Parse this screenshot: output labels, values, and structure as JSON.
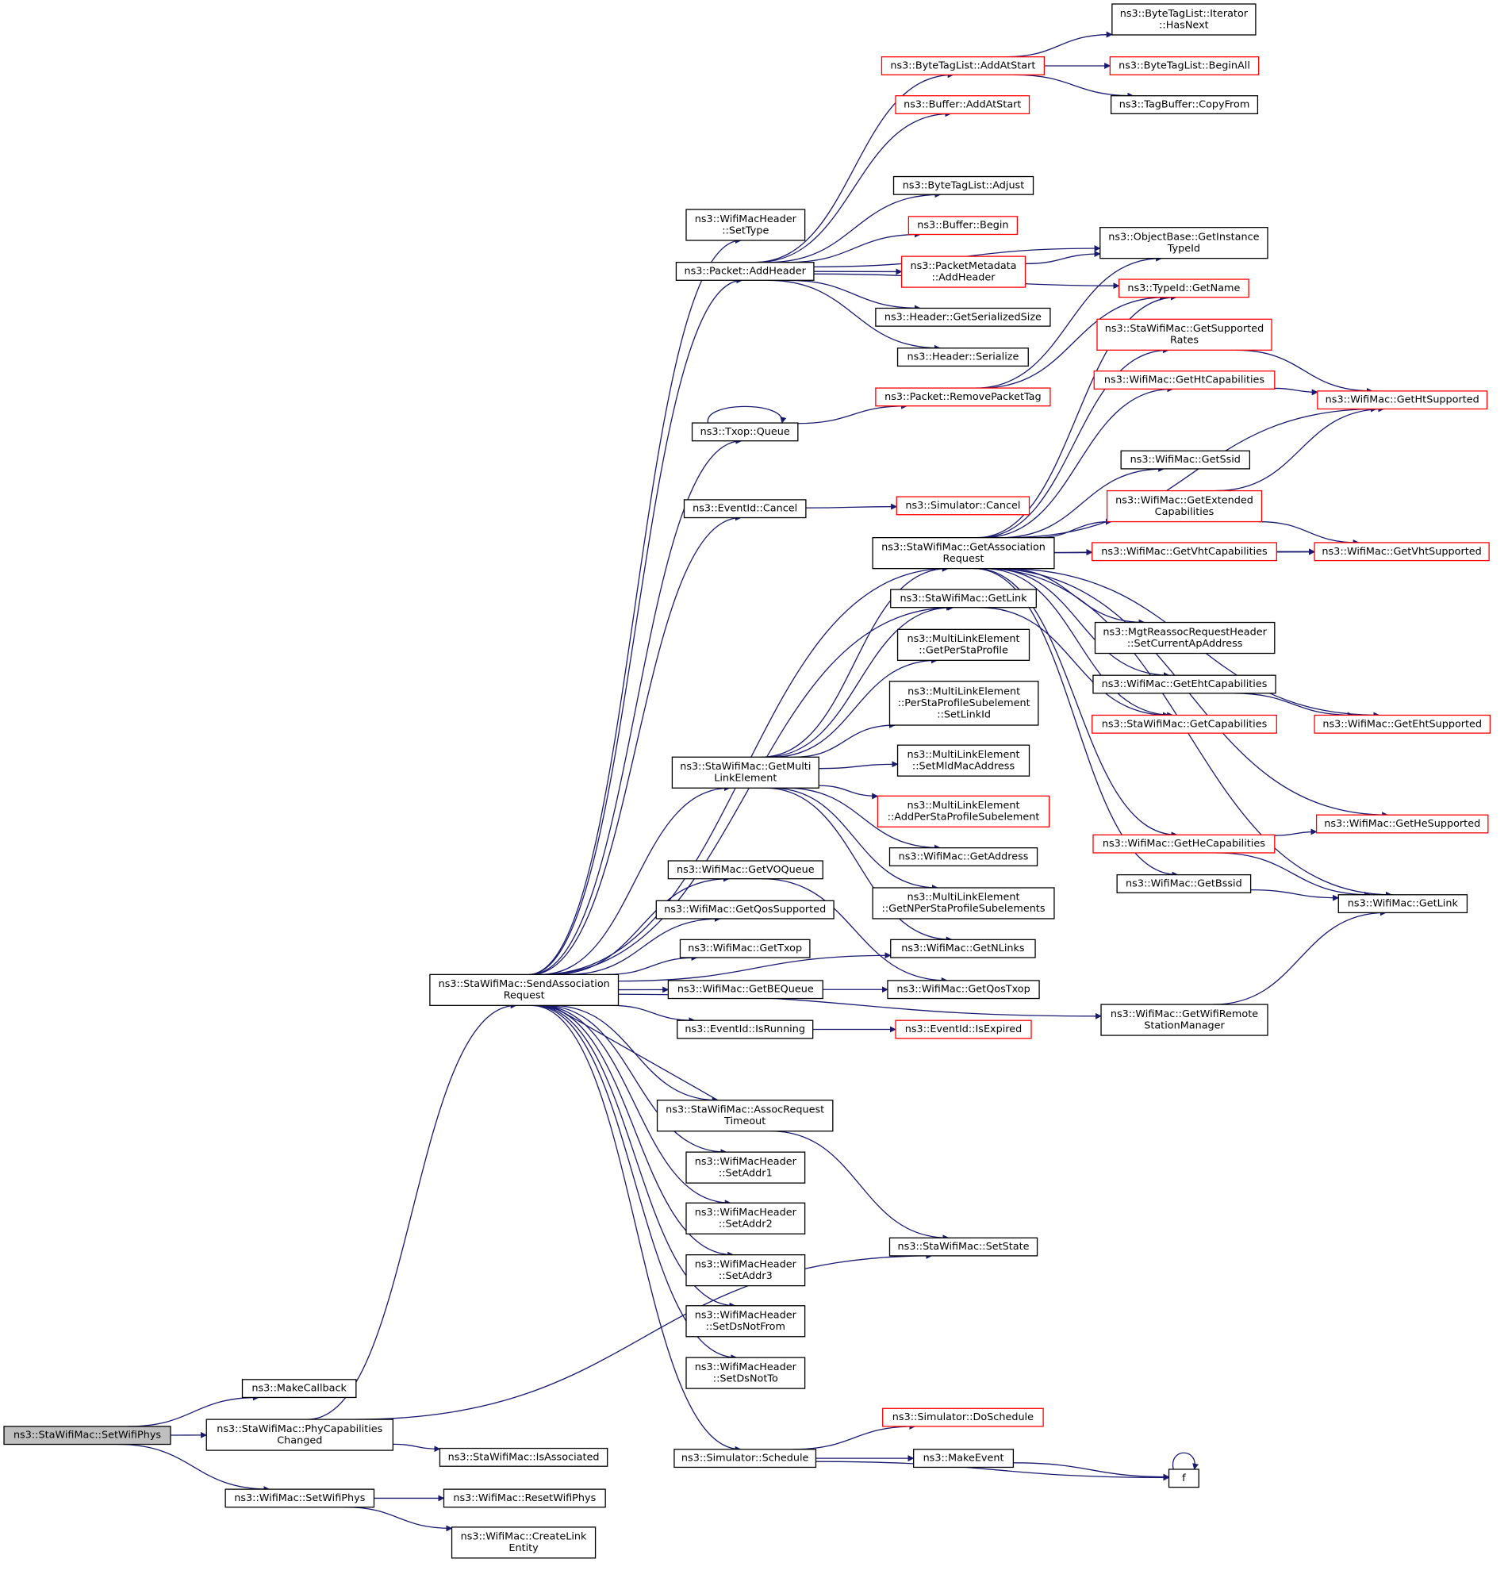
{
  "diagram": {
    "type": "call-graph",
    "root": "ns3::StaWifiMac::SetWifiPhys",
    "colors": {
      "edge": "#191970",
      "root_fill": "#bfbfbf",
      "external_border": "#ff0000",
      "node_border": "#000000"
    },
    "nodes": [
      {
        "id": "SetWifiPhys",
        "lines": [
          "ns3::StaWifiMac::SetWifiPhys"
        ],
        "kind": "root"
      },
      {
        "id": "MakeCallback",
        "lines": [
          "ns3::MakeCallback"
        ]
      },
      {
        "id": "PhyCapChanged",
        "lines": [
          "ns3::StaWifiMac::PhyCapabilities",
          "Changed"
        ]
      },
      {
        "id": "IsAssociated",
        "lines": [
          "ns3::StaWifiMac::IsAssociated"
        ]
      },
      {
        "id": "MacSetWifiPhys",
        "lines": [
          "ns3::WifiMac::SetWifiPhys"
        ]
      },
      {
        "id": "ResetWifiPhys",
        "lines": [
          "ns3::WifiMac::ResetWifiPhys"
        ]
      },
      {
        "id": "CreateLinkEntity",
        "lines": [
          "ns3::WifiMac::CreateLink",
          "Entity"
        ]
      },
      {
        "id": "SendAssoc",
        "lines": [
          "ns3::StaWifiMac::SendAssociation",
          "Request"
        ]
      },
      {
        "id": "SetType",
        "lines": [
          "ns3::WifiMacHeader",
          "::SetType"
        ]
      },
      {
        "id": "AddHeader",
        "lines": [
          "ns3::Packet::AddHeader"
        ]
      },
      {
        "id": "TxopQueue",
        "lines": [
          "ns3::Txop::Queue"
        ]
      },
      {
        "id": "EventCancel",
        "lines": [
          "ns3::EventId::Cancel"
        ]
      },
      {
        "id": "GetMultiLink",
        "lines": [
          "ns3::StaWifiMac::GetMulti",
          "LinkElement"
        ]
      },
      {
        "id": "GetVOQueue",
        "lines": [
          "ns3::WifiMac::GetVOQueue"
        ]
      },
      {
        "id": "GetQosSupported",
        "lines": [
          "ns3::WifiMac::GetQosSupported"
        ]
      },
      {
        "id": "GetTxop",
        "lines": [
          "ns3::WifiMac::GetTxop"
        ]
      },
      {
        "id": "GetBEQueue",
        "lines": [
          "ns3::WifiMac::GetBEQueue"
        ]
      },
      {
        "id": "IsRunning",
        "lines": [
          "ns3::EventId::IsRunning"
        ]
      },
      {
        "id": "AssocTimeout",
        "lines": [
          "ns3::StaWifiMac::AssocRequest",
          "Timeout"
        ]
      },
      {
        "id": "SetAddr1",
        "lines": [
          "ns3::WifiMacHeader",
          "::SetAddr1"
        ]
      },
      {
        "id": "SetAddr2",
        "lines": [
          "ns3::WifiMacHeader",
          "::SetAddr2"
        ]
      },
      {
        "id": "SetAddr3",
        "lines": [
          "ns3::WifiMacHeader",
          "::SetAddr3"
        ]
      },
      {
        "id": "SetDsNotFrom",
        "lines": [
          "ns3::WifiMacHeader",
          "::SetDsNotFrom"
        ]
      },
      {
        "id": "SetDsNotTo",
        "lines": [
          "ns3::WifiMacHeader",
          "::SetDsNotTo"
        ]
      },
      {
        "id": "Schedule",
        "lines": [
          "ns3::Simulator::Schedule"
        ]
      },
      {
        "id": "BTLAddAtStart",
        "lines": [
          "ns3::ByteTagList::AddAtStart"
        ],
        "kind": "external"
      },
      {
        "id": "BufAddAtStart",
        "lines": [
          "ns3::Buffer::AddAtStart"
        ],
        "kind": "external"
      },
      {
        "id": "BTLAdjust",
        "lines": [
          "ns3::ByteTagList::Adjust"
        ]
      },
      {
        "id": "BufBegin",
        "lines": [
          "ns3::Buffer::Begin"
        ],
        "kind": "external"
      },
      {
        "id": "PMAddHeader",
        "lines": [
          "ns3::PacketMetadata",
          "::AddHeader"
        ],
        "kind": "external"
      },
      {
        "id": "GetSerializedSize",
        "lines": [
          "ns3::Header::GetSerializedSize"
        ]
      },
      {
        "id": "HeaderSerialize",
        "lines": [
          "ns3::Header::Serialize"
        ]
      },
      {
        "id": "RemovePacketTag",
        "lines": [
          "ns3::Packet::RemovePacketTag"
        ],
        "kind": "external"
      },
      {
        "id": "SimCancel",
        "lines": [
          "ns3::Simulator::Cancel"
        ],
        "kind": "external"
      },
      {
        "id": "GetAssocReq",
        "lines": [
          "ns3::StaWifiMac::GetAssociation",
          "Request"
        ]
      },
      {
        "id": "StaGetLink",
        "lines": [
          "ns3::StaWifiMac::GetLink"
        ]
      },
      {
        "id": "GetPerStaProfile",
        "lines": [
          "ns3::MultiLinkElement",
          "::GetPerStaProfile"
        ]
      },
      {
        "id": "SetLinkId",
        "lines": [
          "ns3::MultiLinkElement",
          "::PerStaProfileSubelement",
          "::SetLinkId"
        ]
      },
      {
        "id": "SetMldMacAddress",
        "lines": [
          "ns3::MultiLinkElement",
          "::SetMldMacAddress"
        ]
      },
      {
        "id": "AddPerSta",
        "lines": [
          "ns3::MultiLinkElement",
          "::AddPerStaProfileSubelement"
        ],
        "kind": "external"
      },
      {
        "id": "GetAddress",
        "lines": [
          "ns3::WifiMac::GetAddress"
        ]
      },
      {
        "id": "GetNPerSta",
        "lines": [
          "ns3::MultiLinkElement",
          "::GetNPerStaProfileSubelements"
        ]
      },
      {
        "id": "GetNLinks",
        "lines": [
          "ns3::WifiMac::GetNLinks"
        ]
      },
      {
        "id": "GetQosTxop",
        "lines": [
          "ns3::WifiMac::GetQosTxop"
        ]
      },
      {
        "id": "IsExpired",
        "lines": [
          "ns3::EventId::IsExpired"
        ],
        "kind": "external"
      },
      {
        "id": "SetState",
        "lines": [
          "ns3::StaWifiMac::SetState"
        ]
      },
      {
        "id": "DoSchedule",
        "lines": [
          "ns3::Simulator::DoSchedule"
        ],
        "kind": "external"
      },
      {
        "id": "MakeEvent",
        "lines": [
          "ns3::MakeEvent"
        ]
      },
      {
        "id": "F",
        "lines": [
          "f"
        ]
      },
      {
        "id": "IterHasNext",
        "lines": [
          "ns3::ByteTagList::Iterator",
          "::HasNext"
        ]
      },
      {
        "id": "BeginAll",
        "lines": [
          "ns3::ByteTagList::BeginAll"
        ],
        "kind": "external"
      },
      {
        "id": "CopyFrom",
        "lines": [
          "ns3::TagBuffer::CopyFrom"
        ]
      },
      {
        "id": "GetInstanceTypeId",
        "lines": [
          "ns3::ObjectBase::GetInstance",
          "TypeId"
        ]
      },
      {
        "id": "TypeIdGetName",
        "lines": [
          "ns3::TypeId::GetName"
        ],
        "kind": "external"
      },
      {
        "id": "GetSupportedRates",
        "lines": [
          "ns3::StaWifiMac::GetSupported",
          "Rates"
        ],
        "kind": "external"
      },
      {
        "id": "GetHtCap",
        "lines": [
          "ns3::WifiMac::GetHtCapabilities"
        ],
        "kind": "external"
      },
      {
        "id": "GetSsid",
        "lines": [
          "ns3::WifiMac::GetSsid"
        ]
      },
      {
        "id": "GetExtCap",
        "lines": [
          "ns3::WifiMac::GetExtended",
          "Capabilities"
        ],
        "kind": "external"
      },
      {
        "id": "GetVhtCap",
        "lines": [
          "ns3::WifiMac::GetVhtCapabilities"
        ],
        "kind": "external"
      },
      {
        "id": "SetCurrentAp",
        "lines": [
          "ns3::MgtReassocRequestHeader",
          "::SetCurrentApAddress"
        ]
      },
      {
        "id": "GetEhtCap",
        "lines": [
          "ns3::WifiMac::GetEhtCapabilities"
        ]
      },
      {
        "id": "StaGetCap",
        "lines": [
          "ns3::StaWifiMac::GetCapabilities"
        ],
        "kind": "external"
      },
      {
        "id": "GetHeCap",
        "lines": [
          "ns3::WifiMac::GetHeCapabilities"
        ],
        "kind": "external"
      },
      {
        "id": "GetBssid",
        "lines": [
          "ns3::WifiMac::GetBssid"
        ]
      },
      {
        "id": "GetRSM",
        "lines": [
          "ns3::WifiMac::GetWifiRemote",
          "StationManager"
        ]
      },
      {
        "id": "GetHtSupported",
        "lines": [
          "ns3::WifiMac::GetHtSupported"
        ],
        "kind": "external"
      },
      {
        "id": "GetVhtSupported",
        "lines": [
          "ns3::WifiMac::GetVhtSupported"
        ],
        "kind": "external"
      },
      {
        "id": "GetEhtSupported",
        "lines": [
          "ns3::WifiMac::GetEhtSupported"
        ],
        "kind": "external"
      },
      {
        "id": "GetHeSupported",
        "lines": [
          "ns3::WifiMac::GetHeSupported"
        ],
        "kind": "external"
      },
      {
        "id": "MacGetLink",
        "lines": [
          "ns3::WifiMac::GetLink"
        ]
      }
    ],
    "edges": [
      [
        "SetWifiPhys",
        "MakeCallback"
      ],
      [
        "SetWifiPhys",
        "PhyCapChanged"
      ],
      [
        "SetWifiPhys",
        "MacSetWifiPhys"
      ],
      [
        "PhyCapChanged",
        "IsAssociated"
      ],
      [
        "PhyCapChanged",
        "SendAssoc"
      ],
      [
        "PhyCapChanged",
        "SetState"
      ],
      [
        "MacSetWifiPhys",
        "ResetWifiPhys"
      ],
      [
        "MacSetWifiPhys",
        "CreateLinkEntity"
      ],
      [
        "SendAssoc",
        "SetType"
      ],
      [
        "SendAssoc",
        "AddHeader"
      ],
      [
        "SendAssoc",
        "TxopQueue"
      ],
      [
        "SendAssoc",
        "EventCancel"
      ],
      [
        "SendAssoc",
        "GetAssocReq"
      ],
      [
        "SendAssoc",
        "StaGetLink"
      ],
      [
        "SendAssoc",
        "GetMultiLink"
      ],
      [
        "SendAssoc",
        "GetNLinks"
      ],
      [
        "SendAssoc",
        "GetVOQueue"
      ],
      [
        "SendAssoc",
        "GetQosSupported"
      ],
      [
        "SendAssoc",
        "GetTxop"
      ],
      [
        "SendAssoc",
        "GetBEQueue"
      ],
      [
        "SendAssoc",
        "IsRunning"
      ],
      [
        "SendAssoc",
        "GetRSM"
      ],
      [
        "SendAssoc",
        "AssocTimeout"
      ],
      [
        "SendAssoc",
        "SetAddr1"
      ],
      [
        "SendAssoc",
        "SetAddr2"
      ],
      [
        "SendAssoc",
        "SetAddr3"
      ],
      [
        "SendAssoc",
        "SetDsNotFrom"
      ],
      [
        "SendAssoc",
        "SetDsNotTo"
      ],
      [
        "SendAssoc",
        "Schedule"
      ],
      [
        "AddHeader",
        "BTLAddAtStart"
      ],
      [
        "AddHeader",
        "BufAddAtStart"
      ],
      [
        "AddHeader",
        "BTLAdjust"
      ],
      [
        "AddHeader",
        "BufBegin"
      ],
      [
        "AddHeader",
        "PMAddHeader"
      ],
      [
        "AddHeader",
        "GetSerializedSize"
      ],
      [
        "AddHeader",
        "HeaderSerialize"
      ],
      [
        "AddHeader",
        "GetInstanceTypeId"
      ],
      [
        "AddHeader",
        "TypeIdGetName"
      ],
      [
        "TxopQueue",
        "TxopQueue"
      ],
      [
        "TxopQueue",
        "RemovePacketTag"
      ],
      [
        "EventCancel",
        "SimCancel"
      ],
      [
        "GetMultiLink",
        "GetAssocReq"
      ],
      [
        "GetMultiLink",
        "StaGetLink"
      ],
      [
        "GetMultiLink",
        "GetPerStaProfile"
      ],
      [
        "GetMultiLink",
        "SetLinkId"
      ],
      [
        "GetMultiLink",
        "SetMldMacAddress"
      ],
      [
        "GetMultiLink",
        "AddPerSta"
      ],
      [
        "GetMultiLink",
        "GetAddress"
      ],
      [
        "GetMultiLink",
        "GetNPerSta"
      ],
      [
        "GetMultiLink",
        "GetNLinks"
      ],
      [
        "GetVOQueue",
        "GetQosTxop"
      ],
      [
        "GetBEQueue",
        "GetQosTxop"
      ],
      [
        "IsRunning",
        "IsExpired"
      ],
      [
        "AssocTimeout",
        "SendAssoc"
      ],
      [
        "AssocTimeout",
        "SetState"
      ],
      [
        "Schedule",
        "DoSchedule"
      ],
      [
        "Schedule",
        "MakeEvent"
      ],
      [
        "Schedule",
        "F"
      ],
      [
        "MakeEvent",
        "F"
      ],
      [
        "F",
        "F"
      ],
      [
        "BTLAddAtStart",
        "IterHasNext"
      ],
      [
        "BTLAddAtStart",
        "BeginAll"
      ],
      [
        "BTLAddAtStart",
        "CopyFrom"
      ],
      [
        "PMAddHeader",
        "GetInstanceTypeId"
      ],
      [
        "RemovePacketTag",
        "TypeIdGetName"
      ],
      [
        "RemovePacketTag",
        "GetInstanceTypeId"
      ],
      [
        "GetAssocReq",
        "TypeIdGetName"
      ],
      [
        "GetAssocReq",
        "GetSupportedRates"
      ],
      [
        "GetAssocReq",
        "GetHtCap"
      ],
      [
        "GetAssocReq",
        "GetHtSupported"
      ],
      [
        "GetAssocReq",
        "GetSsid"
      ],
      [
        "GetAssocReq",
        "GetExtCap"
      ],
      [
        "GetAssocReq",
        "GetVhtCap"
      ],
      [
        "GetAssocReq",
        "GetVhtSupported"
      ],
      [
        "GetAssocReq",
        "SetCurrentAp"
      ],
      [
        "GetAssocReq",
        "GetEhtCap"
      ],
      [
        "GetAssocReq",
        "StaGetCap"
      ],
      [
        "GetAssocReq",
        "GetEhtSupported"
      ],
      [
        "GetAssocReq",
        "GetHeSupported"
      ],
      [
        "GetAssocReq",
        "GetHeCap"
      ],
      [
        "GetAssocReq",
        "GetBssid"
      ],
      [
        "GetAssocReq",
        "MacGetLink"
      ],
      [
        "StaGetLink",
        "StaGetCap"
      ],
      [
        "GetSupportedRates",
        "GetHtSupported"
      ],
      [
        "GetHtCap",
        "GetHtSupported"
      ],
      [
        "GetExtCap",
        "GetHtSupported"
      ],
      [
        "GetExtCap",
        "GetVhtSupported"
      ],
      [
        "GetVhtCap",
        "GetVhtSupported"
      ],
      [
        "GetEhtCap",
        "GetEhtSupported"
      ],
      [
        "GetHeCap",
        "GetHeSupported"
      ],
      [
        "GetHeCap",
        "MacGetLink"
      ],
      [
        "GetBssid",
        "MacGetLink"
      ],
      [
        "GetRSM",
        "MacGetLink"
      ]
    ]
  }
}
